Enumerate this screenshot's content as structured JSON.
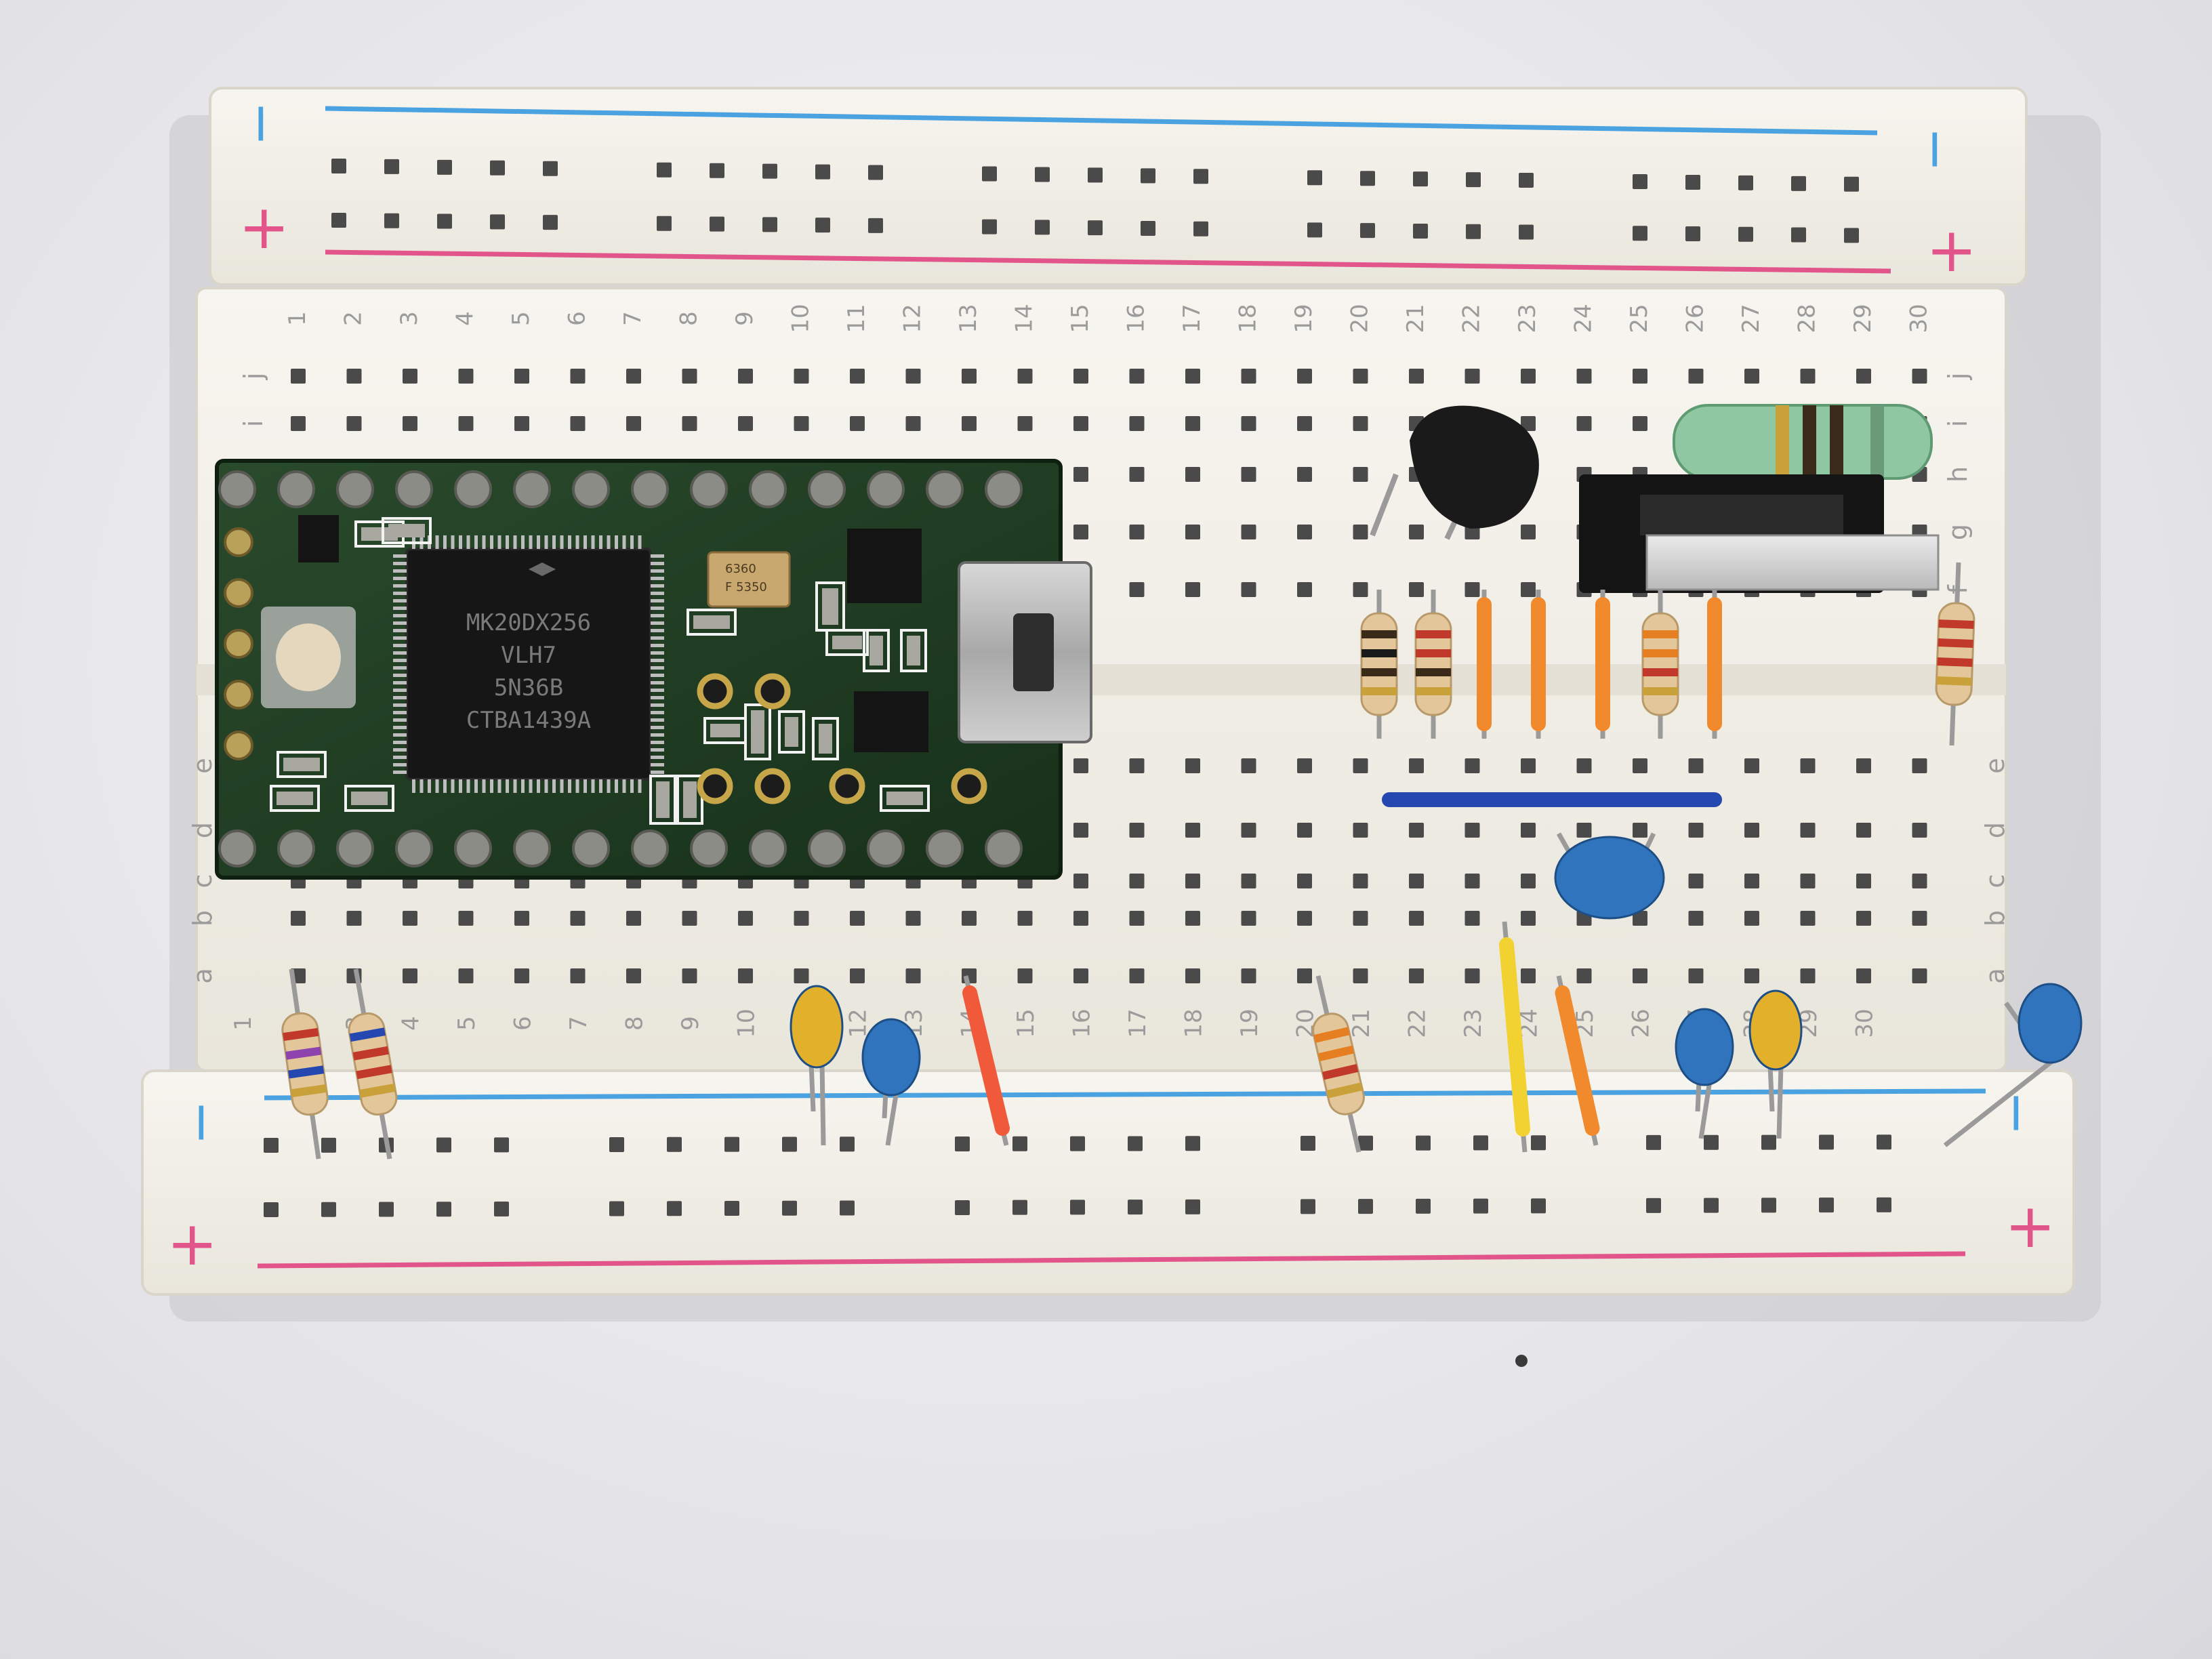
{
  "rails": {
    "minus": "−",
    "plus": "+"
  },
  "columns": [
    "1",
    "2",
    "3",
    "4",
    "5",
    "6",
    "7",
    "8",
    "9",
    "10",
    "11",
    "12",
    "13",
    "14",
    "15",
    "16",
    "17",
    "18",
    "19",
    "20",
    "21",
    "22",
    "23",
    "24",
    "25",
    "26",
    "27",
    "28",
    "29",
    "30"
  ],
  "rows_top": [
    "j",
    "i",
    "h",
    "g",
    "f"
  ],
  "rows_bottom": [
    "e",
    "d",
    "c",
    "b",
    "a"
  ],
  "chip": {
    "lines": [
      "MK20DX256",
      "VLH7",
      "5N36B",
      "CTBA1439A"
    ]
  },
  "crystal": {
    "lines": [
      "6360",
      "F 5350"
    ]
  },
  "colors": {
    "board": "#f3f1ea",
    "hole": "#4a4a4a",
    "rail_blue": "#4aa3e0",
    "rail_red": "#e2558a",
    "pcb": "#1f3d22",
    "resistor_body": "#e3c79a",
    "jumper_orange": "#f08a2c",
    "jumper_yellow": "#f2d230",
    "jumper_blue": "#2448b0",
    "cap_blue": "#2f74bd",
    "cap_yellow": "#e2b02a",
    "jumper_red": "#f05a3a"
  }
}
